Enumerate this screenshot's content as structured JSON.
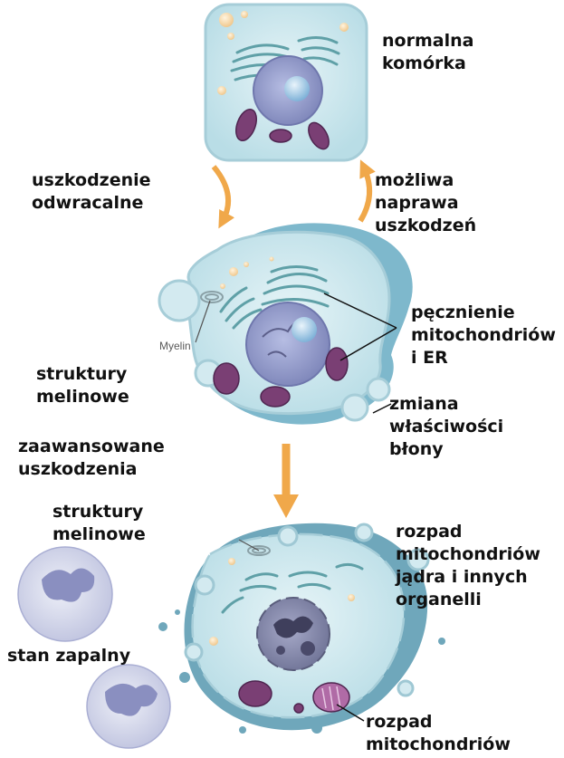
{
  "labels": {
    "normal_cell": "normalna\nkomórka",
    "reversible_injury": "uszkodzenie\nodwracalne",
    "possible_repair": "możliwa\nnaprawa\nuszkodzeń",
    "myelin": "Myelin",
    "swelling": "pęcznienie\nmitochondriów\ni ER",
    "myelin_structures_1": "struktury\nmelinowe",
    "membrane_change": "zmiana\nwłaściwości\nbłony",
    "advanced_injury": "zaawansowane\nuszkodzenia",
    "myelin_structures_2": "struktury\nmelinowe",
    "breakdown_organelles": "rozpad\nmitochondriów\njądra i innych\norganelli",
    "inflammation": "stan zapalny",
    "breakdown_mitochondria": "rozpad\nmitochondriów"
  },
  "colors": {
    "cytoplasm": "#cfe8ee",
    "cell_outline": "#9fc8d4",
    "swelling_halo": "#7eb8cc",
    "nucleus": "#8f97c6",
    "nucleolus": "#a9cdeb",
    "mitochondria": "#7a3f74",
    "er": "#5fa0a7",
    "arrow": "#f0a84a"
  }
}
